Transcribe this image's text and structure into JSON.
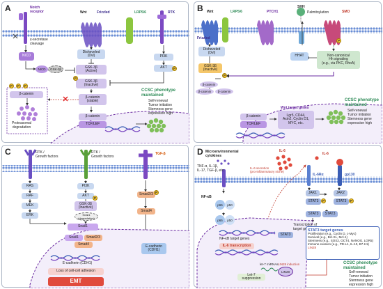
{
  "a": {
    "label": "A",
    "notch": "Notch\nreceptor",
    "gamma": "γ-secretase\ncleavage",
    "wnt": "Wnt",
    "frizzled": "Frizzled",
    "lrp": "LRP5/6",
    "rtk": "RTK",
    "dvl": "Disheveled\n(Dvl)",
    "gsk_active": "GSK-3β\n(Active)",
    "gsk_inactive": "GSK-3β\n(Inactive)",
    "pi3k": "PI3K",
    "akt": "AKT",
    "nicd": "NICD",
    "nicd2": "NICD",
    "gsk3b": "GSK-3β",
    "bcat": "β-catenin",
    "bcat_stable": "β-catenin\n(stable)",
    "bcat_nuc": "β-catenin",
    "tcf": "TCF/LEF",
    "prot": "Proteasomal\ndegradation",
    "ccsc": "CCSC phenotype\nmaintained",
    "b1": "Self-renewal",
    "b2": "Tumor initiation",
    "b3": "Stemness gene\nexpression high"
  },
  "b": {
    "label": "B",
    "wnt": "Wnt",
    "lrp": "LRP5/6",
    "frizzled": "Frizzled",
    "ptch": "PTCH1",
    "shh": "SHH",
    "palm": "Palmitoylation",
    "smo": "SMO",
    "dvl": "Disheveled\n(Dvl)",
    "hhat": "HHAT",
    "noncanon": "Non-canonical\nHh signaling\n(e.g., via PKC, RhoA)",
    "gsk": "GSK-3β\n(Inactive)",
    "bcat": "β-catenin",
    "bcat2": "β-catenin",
    "bcat3": "β-catenin",
    "bcat_nuc": "β-catenin",
    "tcf": "TCF/LEF",
    "wnt_target": "Wnt target genes",
    "genes": "Lgr5, CD44,\nAxin2, Cyclin D1,\nMYC, etc.",
    "ccsc": "CCSC phenotype\nmaintained",
    "b1": "Self-renewal",
    "b2": "Tumor initiation",
    "b3": "Stemness gene\nexpression high"
  },
  "c": {
    "label": "C",
    "rtk1": "RTK /\nGrowth factors",
    "rtk2": "RTK /\nGrowth factors",
    "tgfb": "TGF-β",
    "ras": "RAS",
    "raf": "RAF",
    "mek": "MEK",
    "erk": "ERK",
    "pi3k": "PI3K",
    "akt": "AKT",
    "gsk": "GSK-3β\n(Inactive)",
    "snail_deg": "Snail1\n(degradation)",
    "snail1": "Snail1",
    "smad23": "Smad2/3",
    "smad4": "Smad4",
    "snail1b": "Snail1",
    "smad23b": "Smad2/3",
    "smad4b": "Smad4",
    "ecad_gene": "E-cadherin (CDH1)",
    "ecad": "E-cadherin\n(CDH1)",
    "loss": "Loss of cell-cell adhesion",
    "emt": "EMT"
  },
  "d": {
    "label": "D",
    "micro": "Microenvironmental\ncytokines",
    "cytos": "TNF-α, IL-1β,\nIL-17, TGF-β, etc.",
    "il6sec": "IL-6 secretion\n(pro-inflammatory niche)",
    "il6a": "IL-6",
    "il6b": "IL-6",
    "il6r": "IL-6Rα",
    "gp130": "gp130",
    "nfkb": "NF-κB",
    "p65": "p65",
    "p50": "p50",
    "p65b": "p65",
    "p50b": "p50",
    "nfkb_target": "NF-κB target genes",
    "il6tx": "IL-6 transcription",
    "jak1": "JAK1",
    "jak2": "JAK2",
    "stat3a": "STAT3",
    "stat3b": "STAT3",
    "stat3c": "STAT3",
    "stat3d": "STAT3",
    "stat3e": "STAT3",
    "txtarget": "Transcription of\ntarget genes",
    "lin28ind": "LIN28 induction",
    "lin28": "LIN28",
    "let7": "let-7 miRNAs",
    "let7sup": "Let-7 suppression",
    "stat_title": "STAT3 target genes",
    "g1": "Proliferation (e.g., Cyclin D, c-Myc)",
    "g2": "Survival (e.g., Bcl-XL, Mcl-1)",
    "g3": "Stemness (e.g., SOX2, OCT4, NANOG, LGR5)",
    "g4": "Immune evasion (e.g., PD-L1, IL-10, B7-H1)",
    "g5": "LIN28",
    "ccsc": "CCSC phenotype\nmaintained",
    "b1": "Self-renewal",
    "b2": "Tumor initiation",
    "b3": "Stemness gene\nexpression high"
  }
}
